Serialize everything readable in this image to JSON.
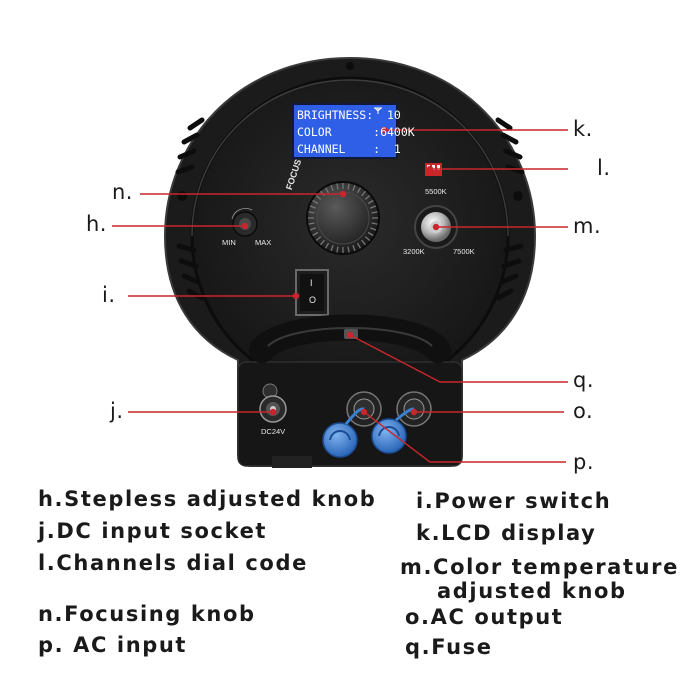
{
  "lcd": {
    "line1": "BRIGHTNESS:  10",
    "line2": "COLOR      :6400K",
    "line3": "CHANNEL    :  1"
  },
  "panel": {
    "focus_text": "FOCUS",
    "min_text": "MIN",
    "max_text": "MAX",
    "switch_on": "I",
    "switch_off": "O",
    "temp_top": "5500K",
    "temp_left": "3200K",
    "temp_right": "7500K",
    "dc_text": "DC24V"
  },
  "callouts": {
    "k": "k.",
    "l": "l.",
    "m": "m.",
    "n": "n.",
    "h": "h.",
    "i": "i.",
    "q": "q.",
    "j": "j.",
    "o": "o.",
    "p": "p."
  },
  "legend": {
    "h": "h.Stepless adjusted knob",
    "i": "i.Power switch",
    "j": "j.DC input socket",
    "k": "k.LCD display",
    "l": "l.Channels dial code",
    "m1": "m.Color temperature",
    "m2": "adjusted knob",
    "n": "n.Focusing knob",
    "o": "o.AC output",
    "p": "p. AC input",
    "q": "q.Fuse"
  },
  "colors": {
    "leader": "#c8262c",
    "lcd": "#2f5fe6",
    "housing": "#1e1e1e",
    "connector_cap": "#3b7fd1"
  }
}
